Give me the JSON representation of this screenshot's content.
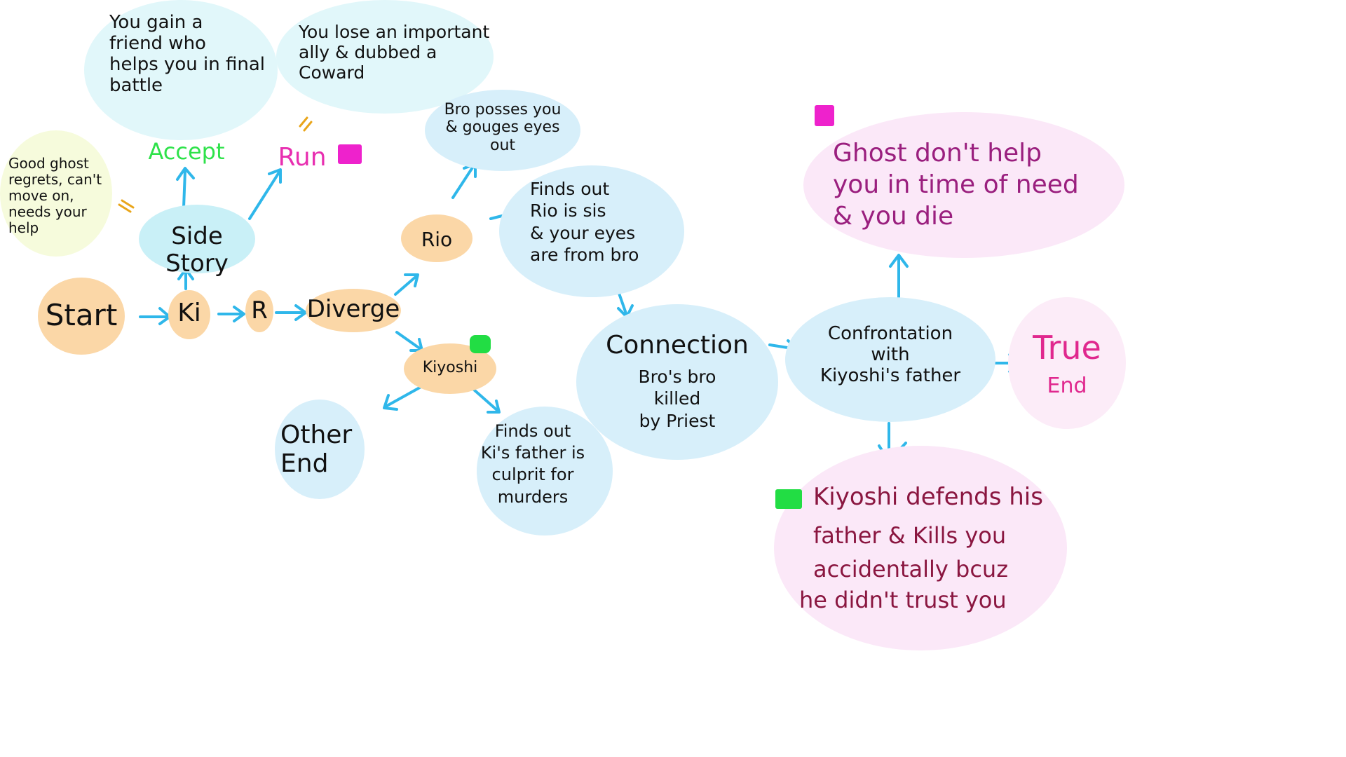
{
  "nodes": {
    "start": "Start",
    "ki": "Ki",
    "r": "R",
    "diverge": "Diverge",
    "side_story": "Side Story",
    "good_ghost": "Good ghost\nregrets, can't\nmove on,\nneeds your\nhelp",
    "accept": "Accept",
    "run": "Run",
    "gain_friend": "You gain a\nfriend who\nhelps you in final\nbattle",
    "lose_ally": "You lose an important\nally & dubbed a\nCoward",
    "rio": "Rio",
    "bro_posses": "Bro posses you\n& gouges eyes\nout",
    "finds_out_rio": "Finds out\nRio is sis\n& your eyes\nare from bro",
    "kiyoshi": "Kiyoshi",
    "other_end": "Other\nEnd",
    "finds_out_ki": "Finds out\nKi's father is\nculprit for\nmurders",
    "connection_title": "Connection",
    "connection_body": "Bro's bro\nkilled\nby Priest",
    "confrontation": "Confrontation\nwith\nKiyoshi's father",
    "true_end_1": "True",
    "true_end_2": "End",
    "ghost_dont_help": "Ghost don't help\nyou in time of need\n& you die",
    "kiyoshi_defends_1": "Kiyoshi defends his",
    "kiyoshi_defends_2": "father & Kills you",
    "kiyoshi_defends_3": "accidentally bcuz",
    "kiyoshi_defends_4": "he didn't trust you"
  },
  "colors": {
    "arrow": "#2fb7ea",
    "accept_text": "#2ee24a",
    "run_text": "#e82fb0",
    "true_end_text": "#e0288e",
    "ghost_text": "#9a1f7e",
    "kiyoshi_defends_text": "#8a1640",
    "underline": "#2a8a2a",
    "marker_green": "#22dd44",
    "marker_magenta": "#ee22cc",
    "equals_orange": "#e9a51a"
  }
}
